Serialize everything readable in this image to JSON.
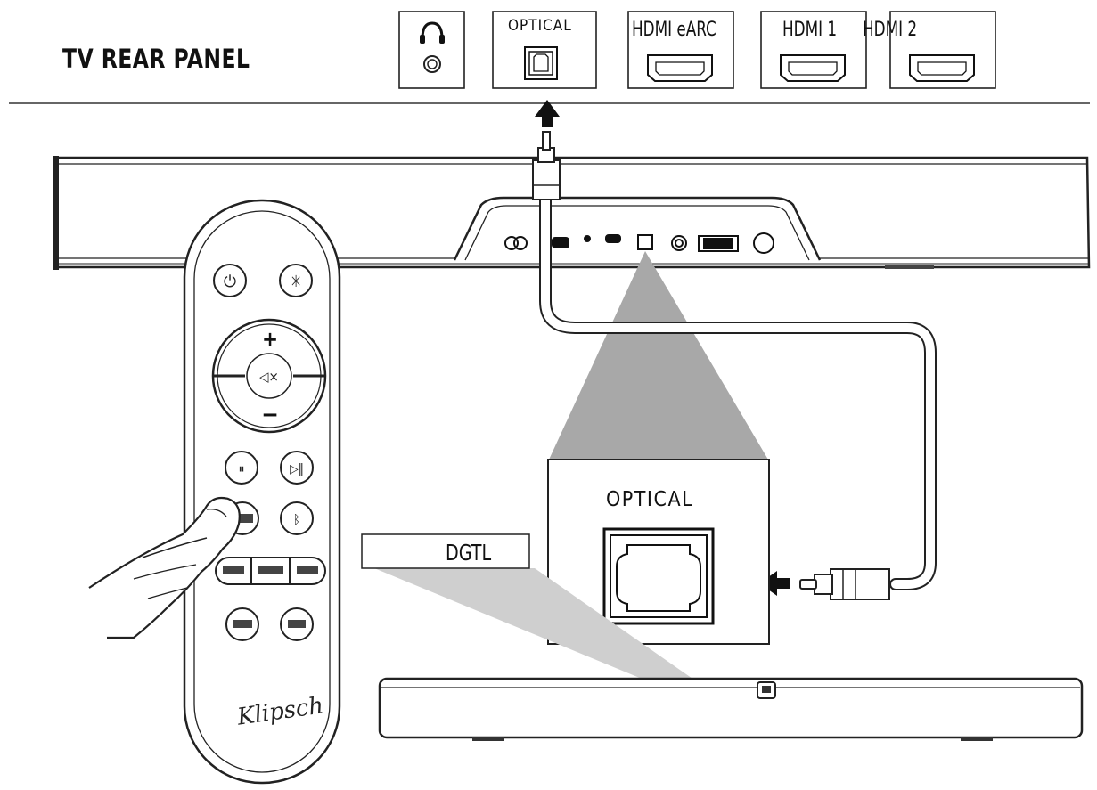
{
  "tv_panel": {
    "title": "TV REAR PANEL",
    "ports": {
      "optical": "OPTICAL",
      "hdmi_earc": "HDMI eARC",
      "hdmi1": "HDMI 1",
      "hdmi2": "HDMI 2"
    }
  },
  "zoom_box": {
    "label": "OPTICAL"
  },
  "display": {
    "text": "DGTL"
  },
  "remote": {
    "logo": "Klipsch"
  },
  "icons": [
    "headphone-icon",
    "optical-port-icon",
    "hdmi-port-icon",
    "arrow-icon",
    "hand-icon"
  ]
}
